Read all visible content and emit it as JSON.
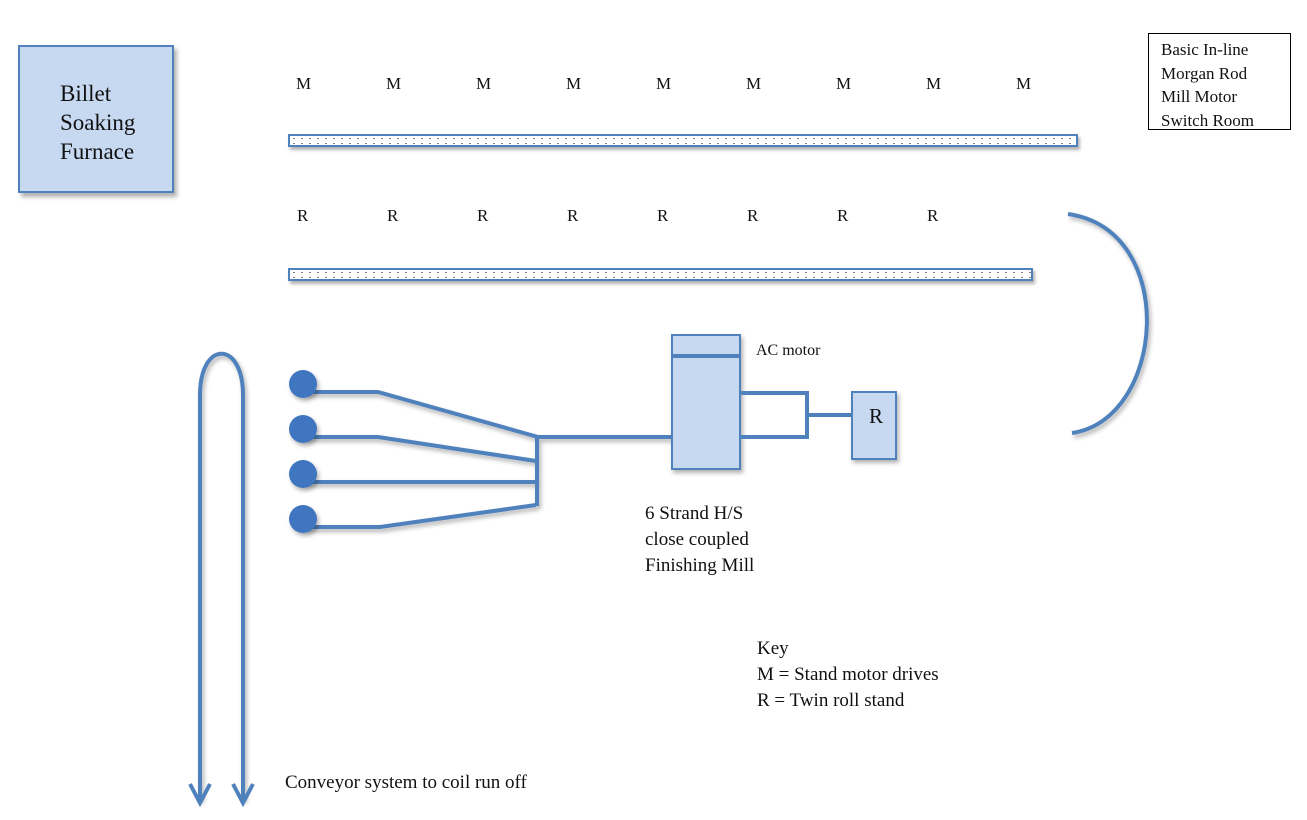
{
  "furnace": {
    "lines": [
      "Billet",
      "Soaking",
      "Furnace"
    ]
  },
  "switch_room": {
    "lines": [
      "Basic In-line",
      "Morgan Rod",
      "Mill Motor",
      "Switch Room"
    ]
  },
  "motor_row": {
    "label": "M",
    "count": 9
  },
  "roll_row": {
    "label": "R",
    "count": 8
  },
  "finishing_mill": {
    "motor_label": "AC motor",
    "roll_label": "R",
    "lines": [
      "6 Strand H/S",
      "close coupled",
      "Finishing Mill"
    ],
    "strand_count": 4
  },
  "key": {
    "title": "Key",
    "entries": [
      "M = Stand motor drives",
      "R = Twin roll stand"
    ]
  },
  "conveyor": {
    "label": "Conveyor system to coil run off"
  },
  "colors": {
    "accent": "#4f81bd",
    "fill": "#c6d9f1"
  }
}
